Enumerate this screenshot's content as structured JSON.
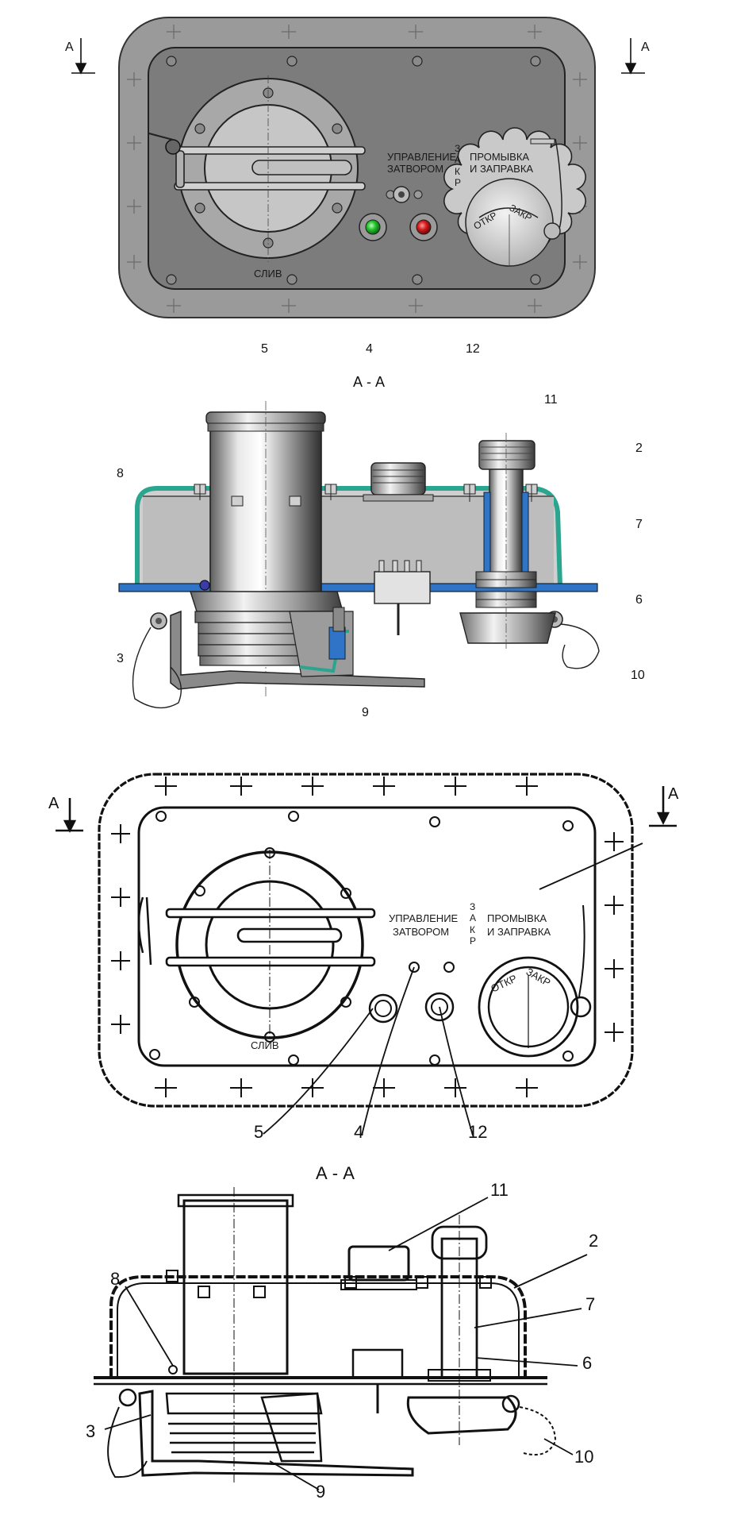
{
  "panel_text": {
    "control": "УПРАВЛЕНИЕ",
    "shutter": "ЗАТВОРОМ",
    "flush": "ПРОМЫВКА",
    "refuel": "И ЗАПРАВКА",
    "drain": "СЛИВ",
    "closed_vertical": [
      "З",
      "А",
      "К",
      "Р"
    ],
    "open": "ОТКР",
    "close": "ЗАКР"
  },
  "section_title": "А - А",
  "section_marker": "А",
  "callouts_color": {
    "top": [
      "5",
      "4",
      "12"
    ],
    "section": [
      "11",
      "2",
      "7",
      "6",
      "10",
      "9",
      "3",
      "8"
    ]
  },
  "callouts_bw": {
    "top": [
      "5",
      "4",
      "12"
    ],
    "section": [
      "11",
      "2",
      "7",
      "6",
      "10",
      "9",
      "3",
      "8"
    ]
  },
  "colors": {
    "plate_outer": "#9a9a9a",
    "plate_inner": "#7c7c7c",
    "hatch_gray": "#c9c9c9",
    "teal_gasket": "#2aa58f",
    "blue_flange": "#2f74c7",
    "green_lamp": "#22c02a",
    "red_lamp": "#d21a1a"
  }
}
